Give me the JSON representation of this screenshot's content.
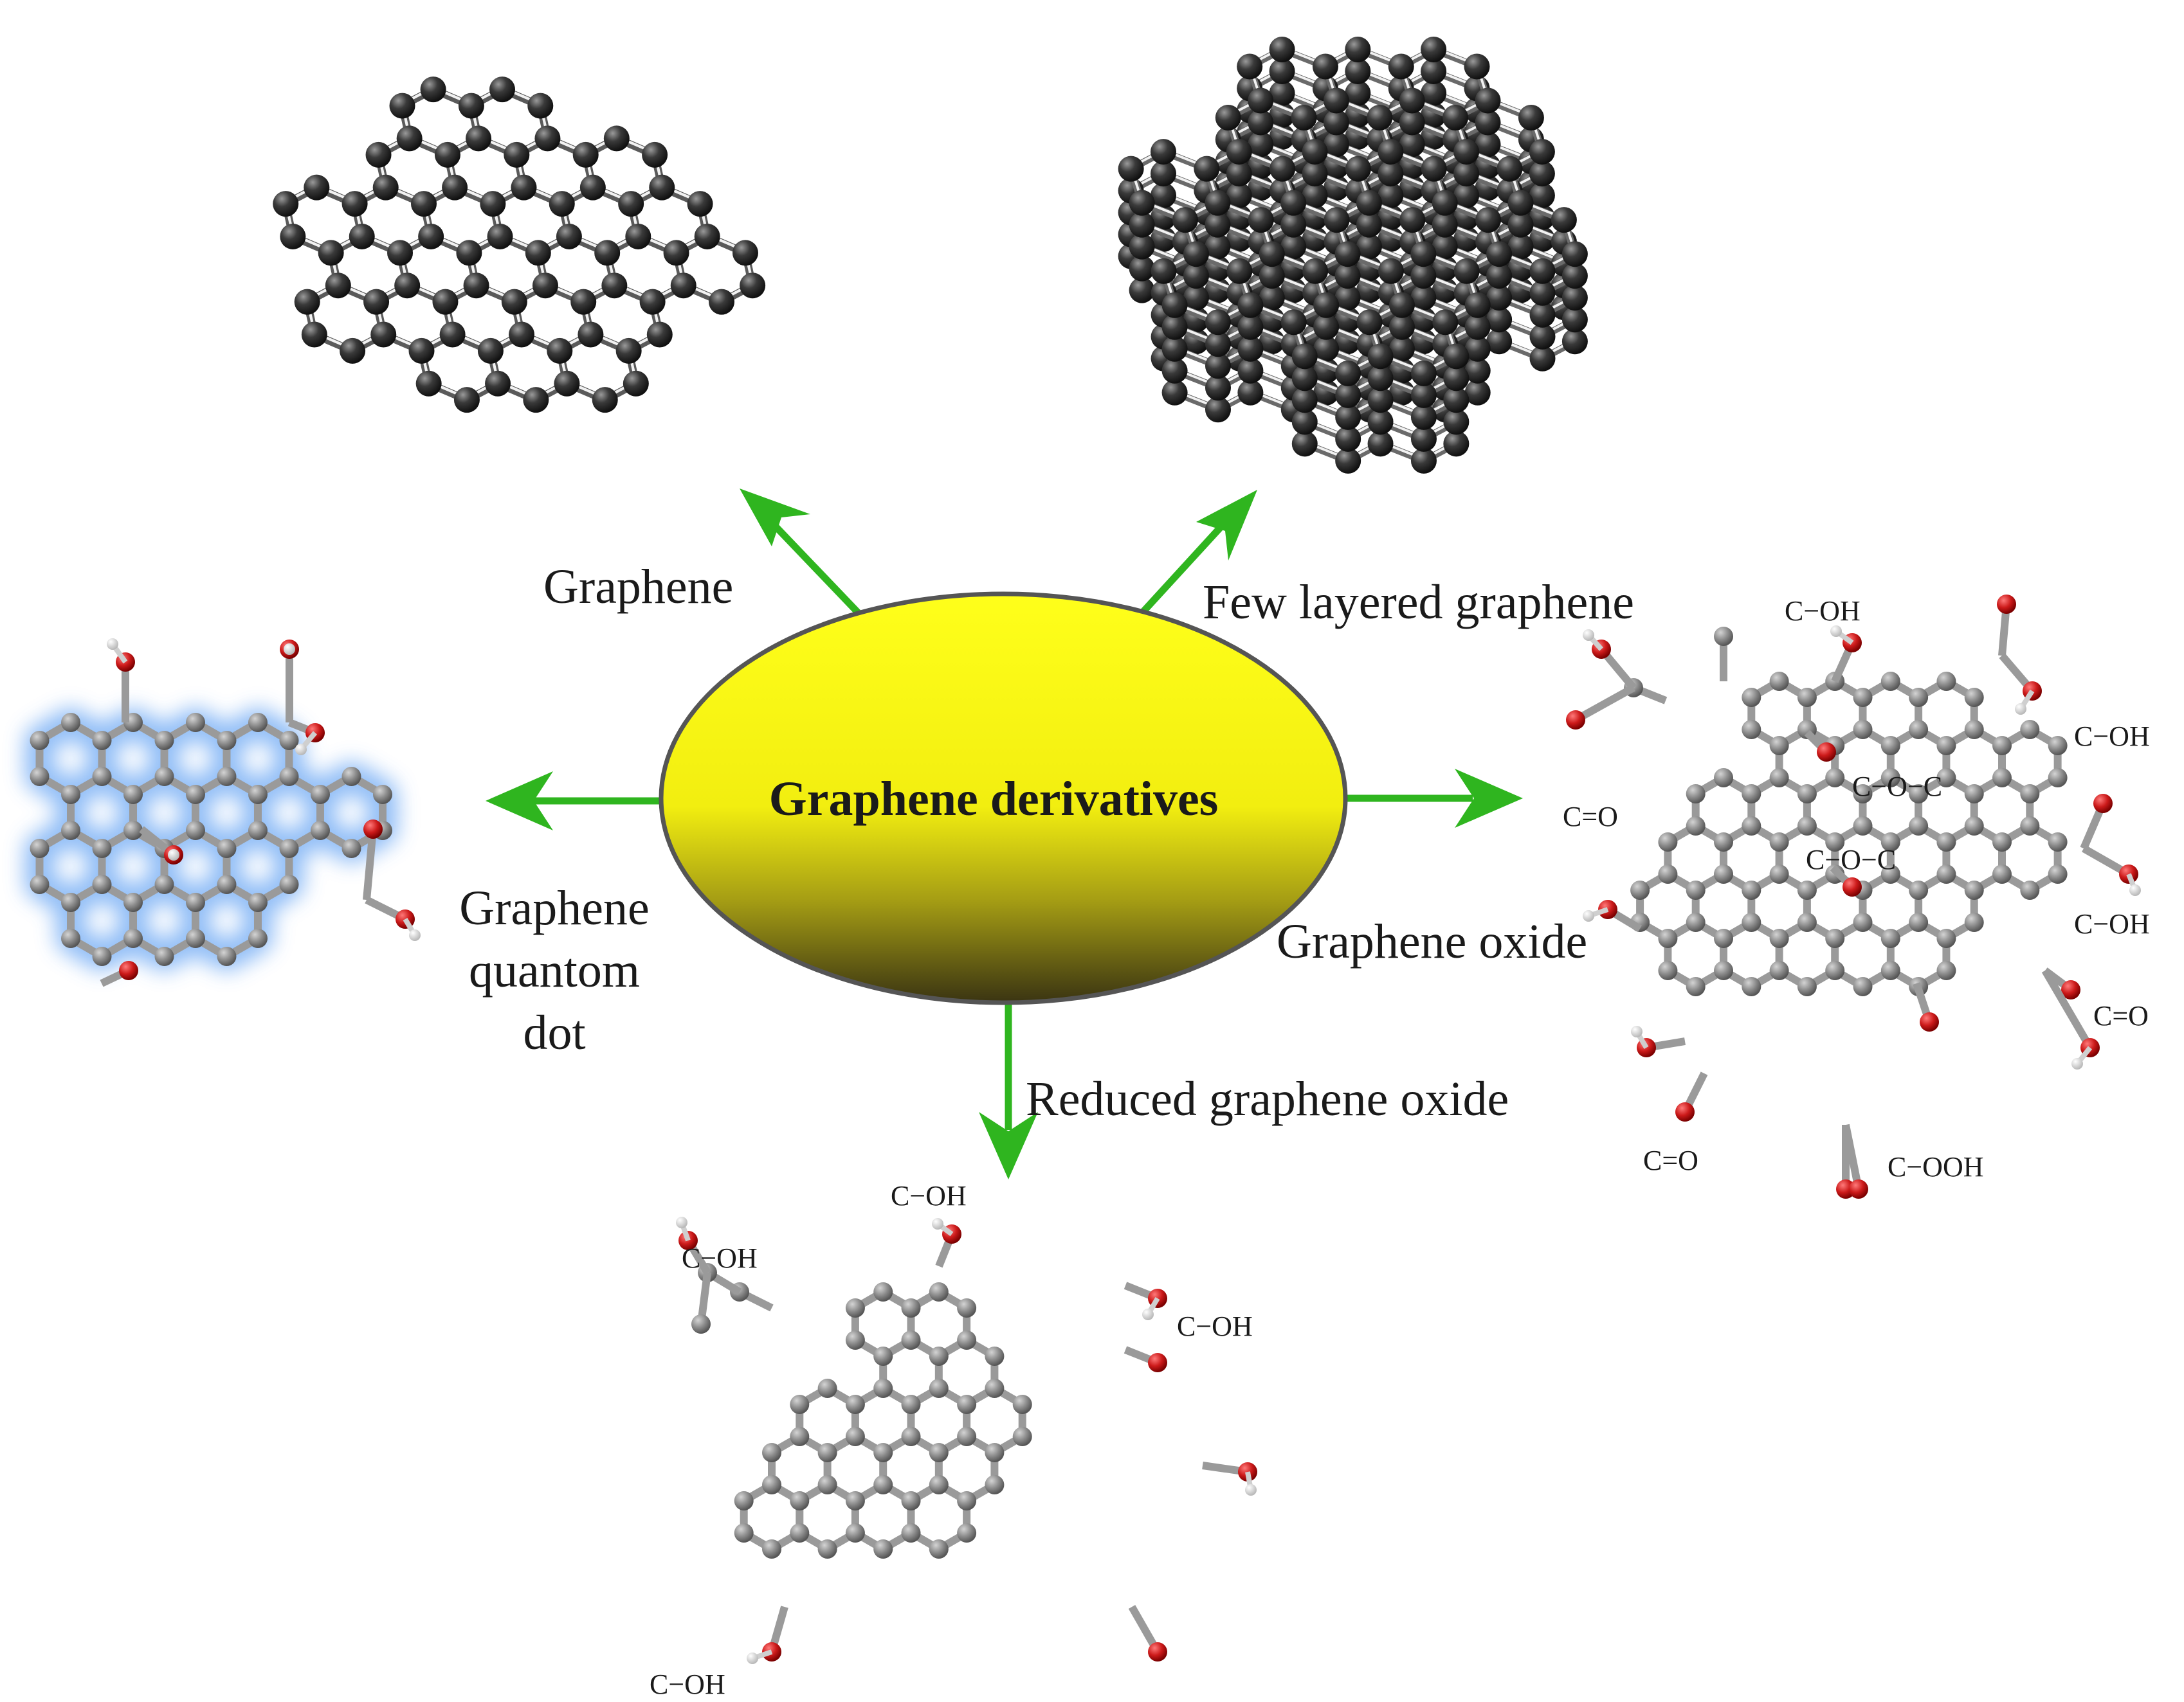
{
  "center": {
    "title": "Graphene derivatives"
  },
  "branches": {
    "graphene": {
      "label": "Graphene"
    },
    "few_layered": {
      "label": "Few layered graphene"
    },
    "quantum_dot": {
      "line1": "Graphene",
      "line2": "quantom",
      "line3": "dot"
    },
    "graphene_oxide": {
      "label": "Graphene oxide"
    },
    "reduced_go": {
      "label": "Reduced graphene oxide"
    }
  },
  "go_groups": {
    "top_oh": "C−OH",
    "right_oh_1": "C−OH",
    "left_co": "C=O",
    "coc_1": "C−O−C",
    "coc_2": "C−O−C",
    "right_oh_2": "C−OH",
    "right_co": "C=O",
    "bottom_co": "C=O",
    "bottom_cooh": "C−OOH"
  },
  "rgo_groups": {
    "top_oh": "C−OH",
    "left_oh": "C−OH",
    "right_oh": "C−OH",
    "bottom_oh": "C−OH"
  },
  "colors": {
    "arrow": "#2fb51f",
    "ellipse_top": "#ffff1a",
    "ellipse_bottom": "#3a3412",
    "carbon_dark": "#2b2b2b",
    "carbon_grey": "#8c8c8c",
    "oxygen": "#cc1a1a",
    "hydrogen": "#e6e6e6",
    "qd_glow": "#7ab0f5"
  }
}
